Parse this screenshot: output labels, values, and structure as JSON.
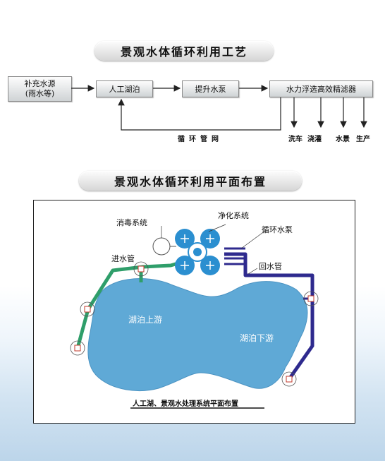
{
  "titles": {
    "process": "景观水体循环利用工艺",
    "layout": "景观水体循环利用平面布置"
  },
  "flow": {
    "source_line1": "补充水源",
    "source_line2": "(雨水等)",
    "lake": "人工湖泊",
    "pump": "提升水泵",
    "filter": "水力浮选高效精滤器",
    "pipe_network": "循环管网",
    "uses": [
      "洗车",
      "浇灌",
      "水景",
      "生产"
    ]
  },
  "plan": {
    "disinfection": "消毒系统",
    "purification": "净化系统",
    "circ_pump": "循环水泵",
    "inlet_pipe": "进水管",
    "return_pipe": "回水管",
    "upper_lake": "湖泊上游",
    "lower_lake": "湖泊下游",
    "caption": "人工湖、景观水处理系统平面布置"
  },
  "colors": {
    "lake": "#5fa9d6",
    "inlet_pipe": "#2f9e6a",
    "return_pipe": "#2e2a8e",
    "unit": "#2b8fd0"
  }
}
